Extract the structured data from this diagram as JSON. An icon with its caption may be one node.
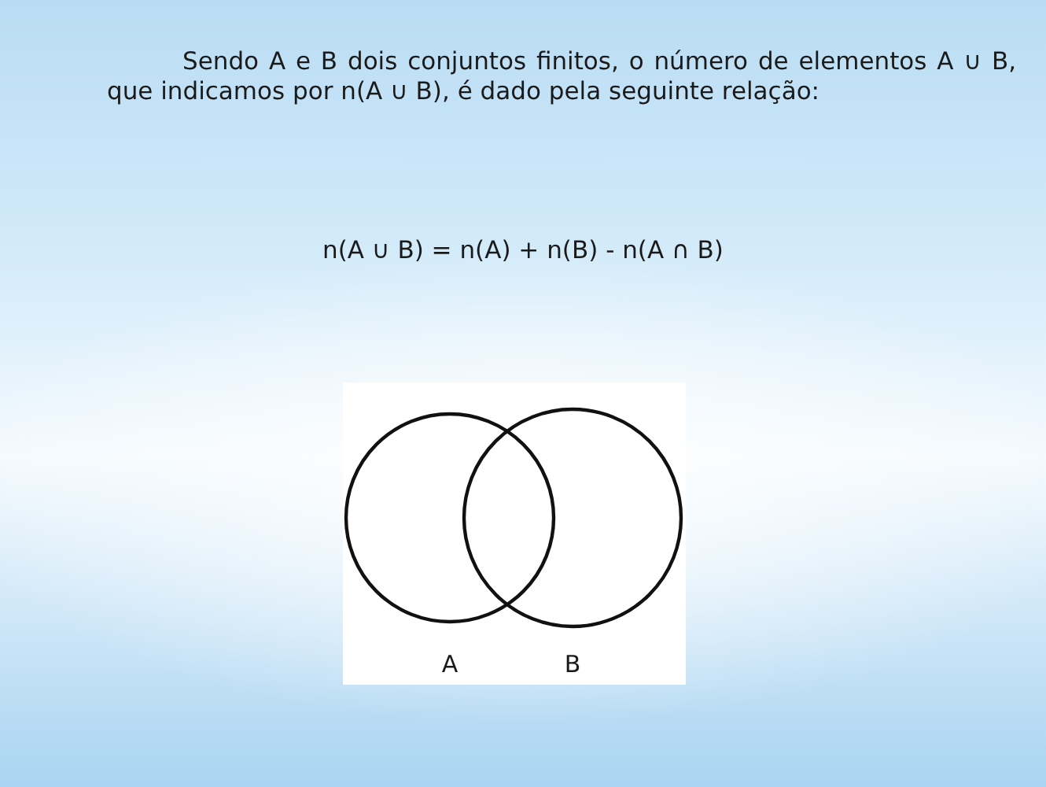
{
  "diagram": {
    "labels": [
      "Sendo A e B dois conjuntos finitos, o número de elementos A ∪ B, que indicamos por n(A ∪ B), é dado pela seguinte relação:",
      "n(A ∪ B) = n(A) + n(B) - n(A ∩ B)",
      "A",
      "B"
    ]
  }
}
